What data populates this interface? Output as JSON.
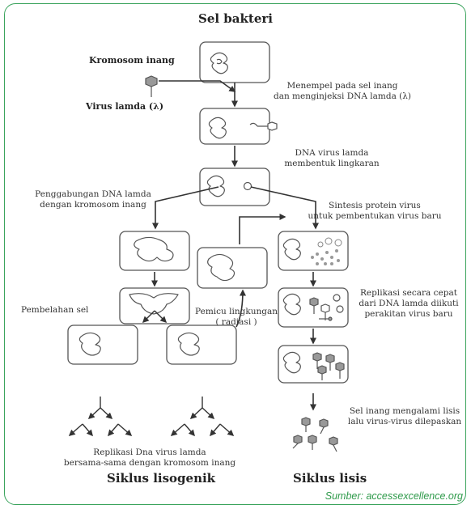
{
  "title": "Sel bakteri",
  "labels": {
    "host_chromosome": "Kromosom inang",
    "lambda_virus": "Virus lamda (λ)",
    "attach_inject": [
      "Menempel pada sel inang",
      "dan menginjeksi DNA lamda (λ)"
    ],
    "circularize": [
      "DNA virus lamda",
      "membentuk lingkaran"
    ],
    "integration": [
      "Penggabungan DNA lamda",
      "dengan kromosom inang"
    ],
    "protein_synthesis": [
      "Sintesis protein virus",
      "untuk pembentukan virus baru"
    ],
    "replication_assembly": [
      "Replikasi secara cepat",
      "dari DNA lamda diikuti",
      "perakitan virus baru"
    ],
    "cell_division": "Pembelahan sel",
    "environmental_trigger": [
      "Pemicu lingkungan",
      "( radiasi )"
    ],
    "lysis_release": [
      "Sel inang mengalami lisis",
      "lalu virus-virus dilepaskan"
    ],
    "lysogenic_replication": [
      "Replikasi Dna virus lamda",
      "bersama-sama dengan kromosom inang"
    ]
  },
  "cycles": {
    "lysogenic": "Siklus lisogenik",
    "lytic": "Siklus lisis"
  },
  "source": "Sumber: accessexcellence.org",
  "colors": {
    "frame": "#3aa35c",
    "source_text": "#2e9a4a",
    "cell_outline": "#555555",
    "arrow": "#333333"
  }
}
